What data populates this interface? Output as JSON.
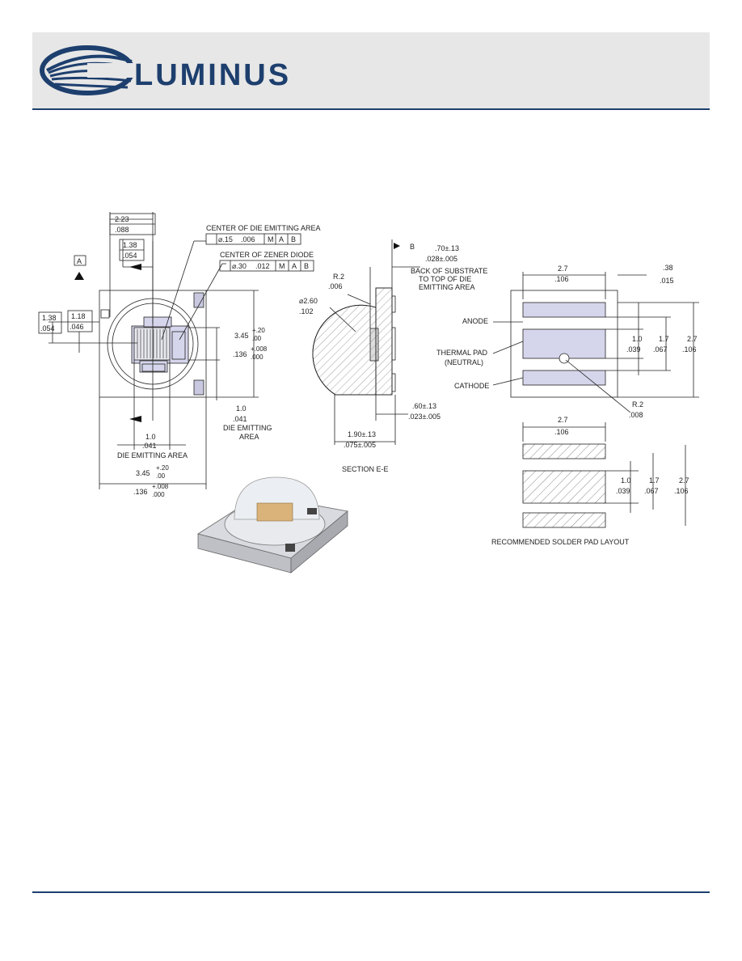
{
  "header": {
    "brand": "LUMINUS",
    "logo_icon": "luminus-swoosh-logo",
    "brand_color": "#1d3f6e",
    "header_bg": "#e7e7e7"
  },
  "top_view": {
    "dim_223": "2.23",
    "dim_088": ".088",
    "dim_138": "1.38",
    "dim_054": ".054",
    "datum_a": "A",
    "left_138": "1.38",
    "left_054": ".054",
    "left_118": "1.18",
    "left_046": ".046",
    "center_die_label": "CENTER OF DIE EMITTING AREA",
    "fcf1_tol": "⌀.15",
    "fcf1_tol_in": ".006",
    "fcf_m": "M",
    "fcf_a": "A",
    "fcf_b": "B",
    "center_zener_label": "CENTER OF ZENER DIODE",
    "fcf2_tol": "⌀.30",
    "fcf2_tol_in": ".012",
    "dim_345": "3.45",
    "tol_plus": "+.20",
    "tol_minus": ".00",
    "dim_136": ".136",
    "tol_in_plus": "+.008",
    "tol_in_minus": ".000",
    "dim_10": "1.0",
    "dim_041": ".041",
    "die_emitting_label_1": "DIE EMITTING",
    "die_emitting_label_2": "AREA",
    "bottom_10": "1.0",
    "bottom_041": ".041",
    "bottom_die_label": "DIE EMITTING AREA",
    "bottom_345": "3.45",
    "bottom_136": ".136"
  },
  "section_view": {
    "datum_b": "B",
    "dim_70": ".70±.13",
    "dim_70_in": ".028±.005",
    "back_label_1": "BACK OF SUBSTRATE",
    "back_label_2": "TO TOP OF DIE",
    "back_label_3": "EMITTING AREA",
    "r2": "R.2",
    "r2_in": ".006",
    "dia": "⌀2.60",
    "dia_in": ".102",
    "dim_60": ".60±.13",
    "dim_60_in": ".023±.005",
    "dim_190": "1.90±.13",
    "dim_190_in": ".075±.005",
    "title": "SECTION E-E"
  },
  "bottom_view": {
    "width_27": "2.7",
    "width_106": ".106",
    "gap_38": ".38",
    "gap_015": ".015",
    "anode": "ANODE",
    "thermal_1": "THERMAL PAD",
    "thermal_2": "(NEUTRAL)",
    "cathode": "CATHODE",
    "dim_10": "1.0",
    "dim_039": ".039",
    "dim_17": "1.7",
    "dim_067": ".067",
    "dim_27": "2.7",
    "dim_106": ".106",
    "r2": "R.2",
    "r2_in": ".008",
    "pad_color": "#d5d6ec"
  },
  "solder_layout": {
    "width_27": "2.7",
    "width_106": ".106",
    "dim_10": "1.0",
    "dim_039": ".039",
    "dim_17": "1.7",
    "dim_067": ".067",
    "dim_27": "2.7",
    "dim_106": ".106",
    "title": "RECOMMENDED SOLDER PAD LAYOUT"
  },
  "render": {
    "product_image": "led-package-3d-render"
  }
}
